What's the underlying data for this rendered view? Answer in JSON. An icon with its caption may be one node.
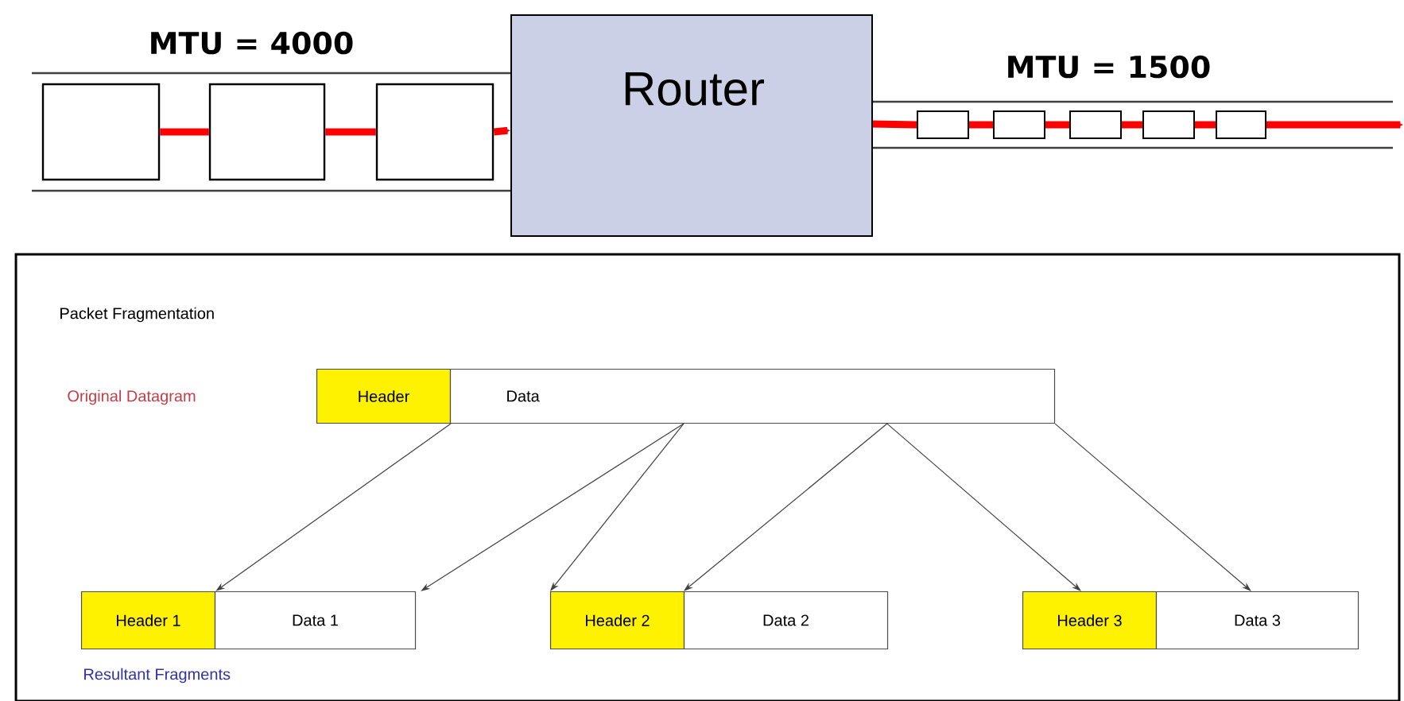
{
  "diagram": {
    "nodes": [
      {
        "text": [],
        "shape": "box"
      },
      {
        "text": [],
        "shape": "box"
      },
      {
        "text": [],
        "shape": "box"
      },
      {
        "text": [
          "Router"
        ]
      },
      {
        "text": [],
        "shape": "box"
      },
      {
        "text": [],
        "shape": "box"
      },
      {
        "text": [],
        "shape": "box"
      },
      {
        "text": [],
        "shape": "box"
      },
      {
        "text": [],
        "shape": "box"
      },
      {
        "text": [
          "Packet Fragmentation",
          "Original Datagram",
          "Resultant Fragments"
        ]
      },
      {
        "text": [
          "Header"
        ],
        "in": 9
      },
      {
        "text": [
          "Data"
        ],
        "in": 9
      },
      {
        "text": [
          "Header 1"
        ],
        "in": 9
      },
      {
        "text": [
          "Data 1"
        ],
        "in": 9
      },
      {
        "text": [
          "Header 2"
        ],
        "in": 9
      },
      {
        "text": [
          "Data 2"
        ],
        "in": 9
      },
      {
        "text": [
          "Header 3"
        ],
        "in": 9
      },
      {
        "text": [
          "Data 3"
        ],
        "in": 9
      }
    ],
    "edges": [
      {
        "from": 0,
        "to": 1,
        "arrow": "none"
      },
      {
        "from": 1,
        "to": 2,
        "arrow": "none"
      },
      {
        "from": 2,
        "to": 3,
        "arrow": "to"
      },
      {
        "from": 3,
        "to": 4,
        "arrow": "none"
      },
      {
        "from": 4,
        "to": 5,
        "arrow": "none"
      },
      {
        "from": 5,
        "to": 6,
        "arrow": "none"
      },
      {
        "from": 6,
        "to": 7,
        "arrow": "none"
      },
      {
        "from": 7,
        "to": 8,
        "arrow": "none"
      },
      {
        "from": 8,
        "to": null,
        "arrow": "to"
      },
      {
        "from": 10,
        "to": 12,
        "arrow": "to",
        "color": "#404040"
      },
      {
        "from": 11,
        "to": 13,
        "arrow": "to",
        "color": "#404040"
      },
      {
        "from": 11,
        "to": 14,
        "arrow": "to",
        "color": "#404040"
      },
      {
        "from": 11,
        "to": 15,
        "arrow": "to",
        "color": "#404040"
      },
      {
        "from": 11,
        "to": 16,
        "arrow": "to",
        "color": "#404040"
      },
      {
        "from": 11,
        "to": 17,
        "arrow": "to",
        "color": "#404040"
      }
    ],
    "labels": [
      "MTU = 4000",
      "MTU = 1500"
    ]
  }
}
